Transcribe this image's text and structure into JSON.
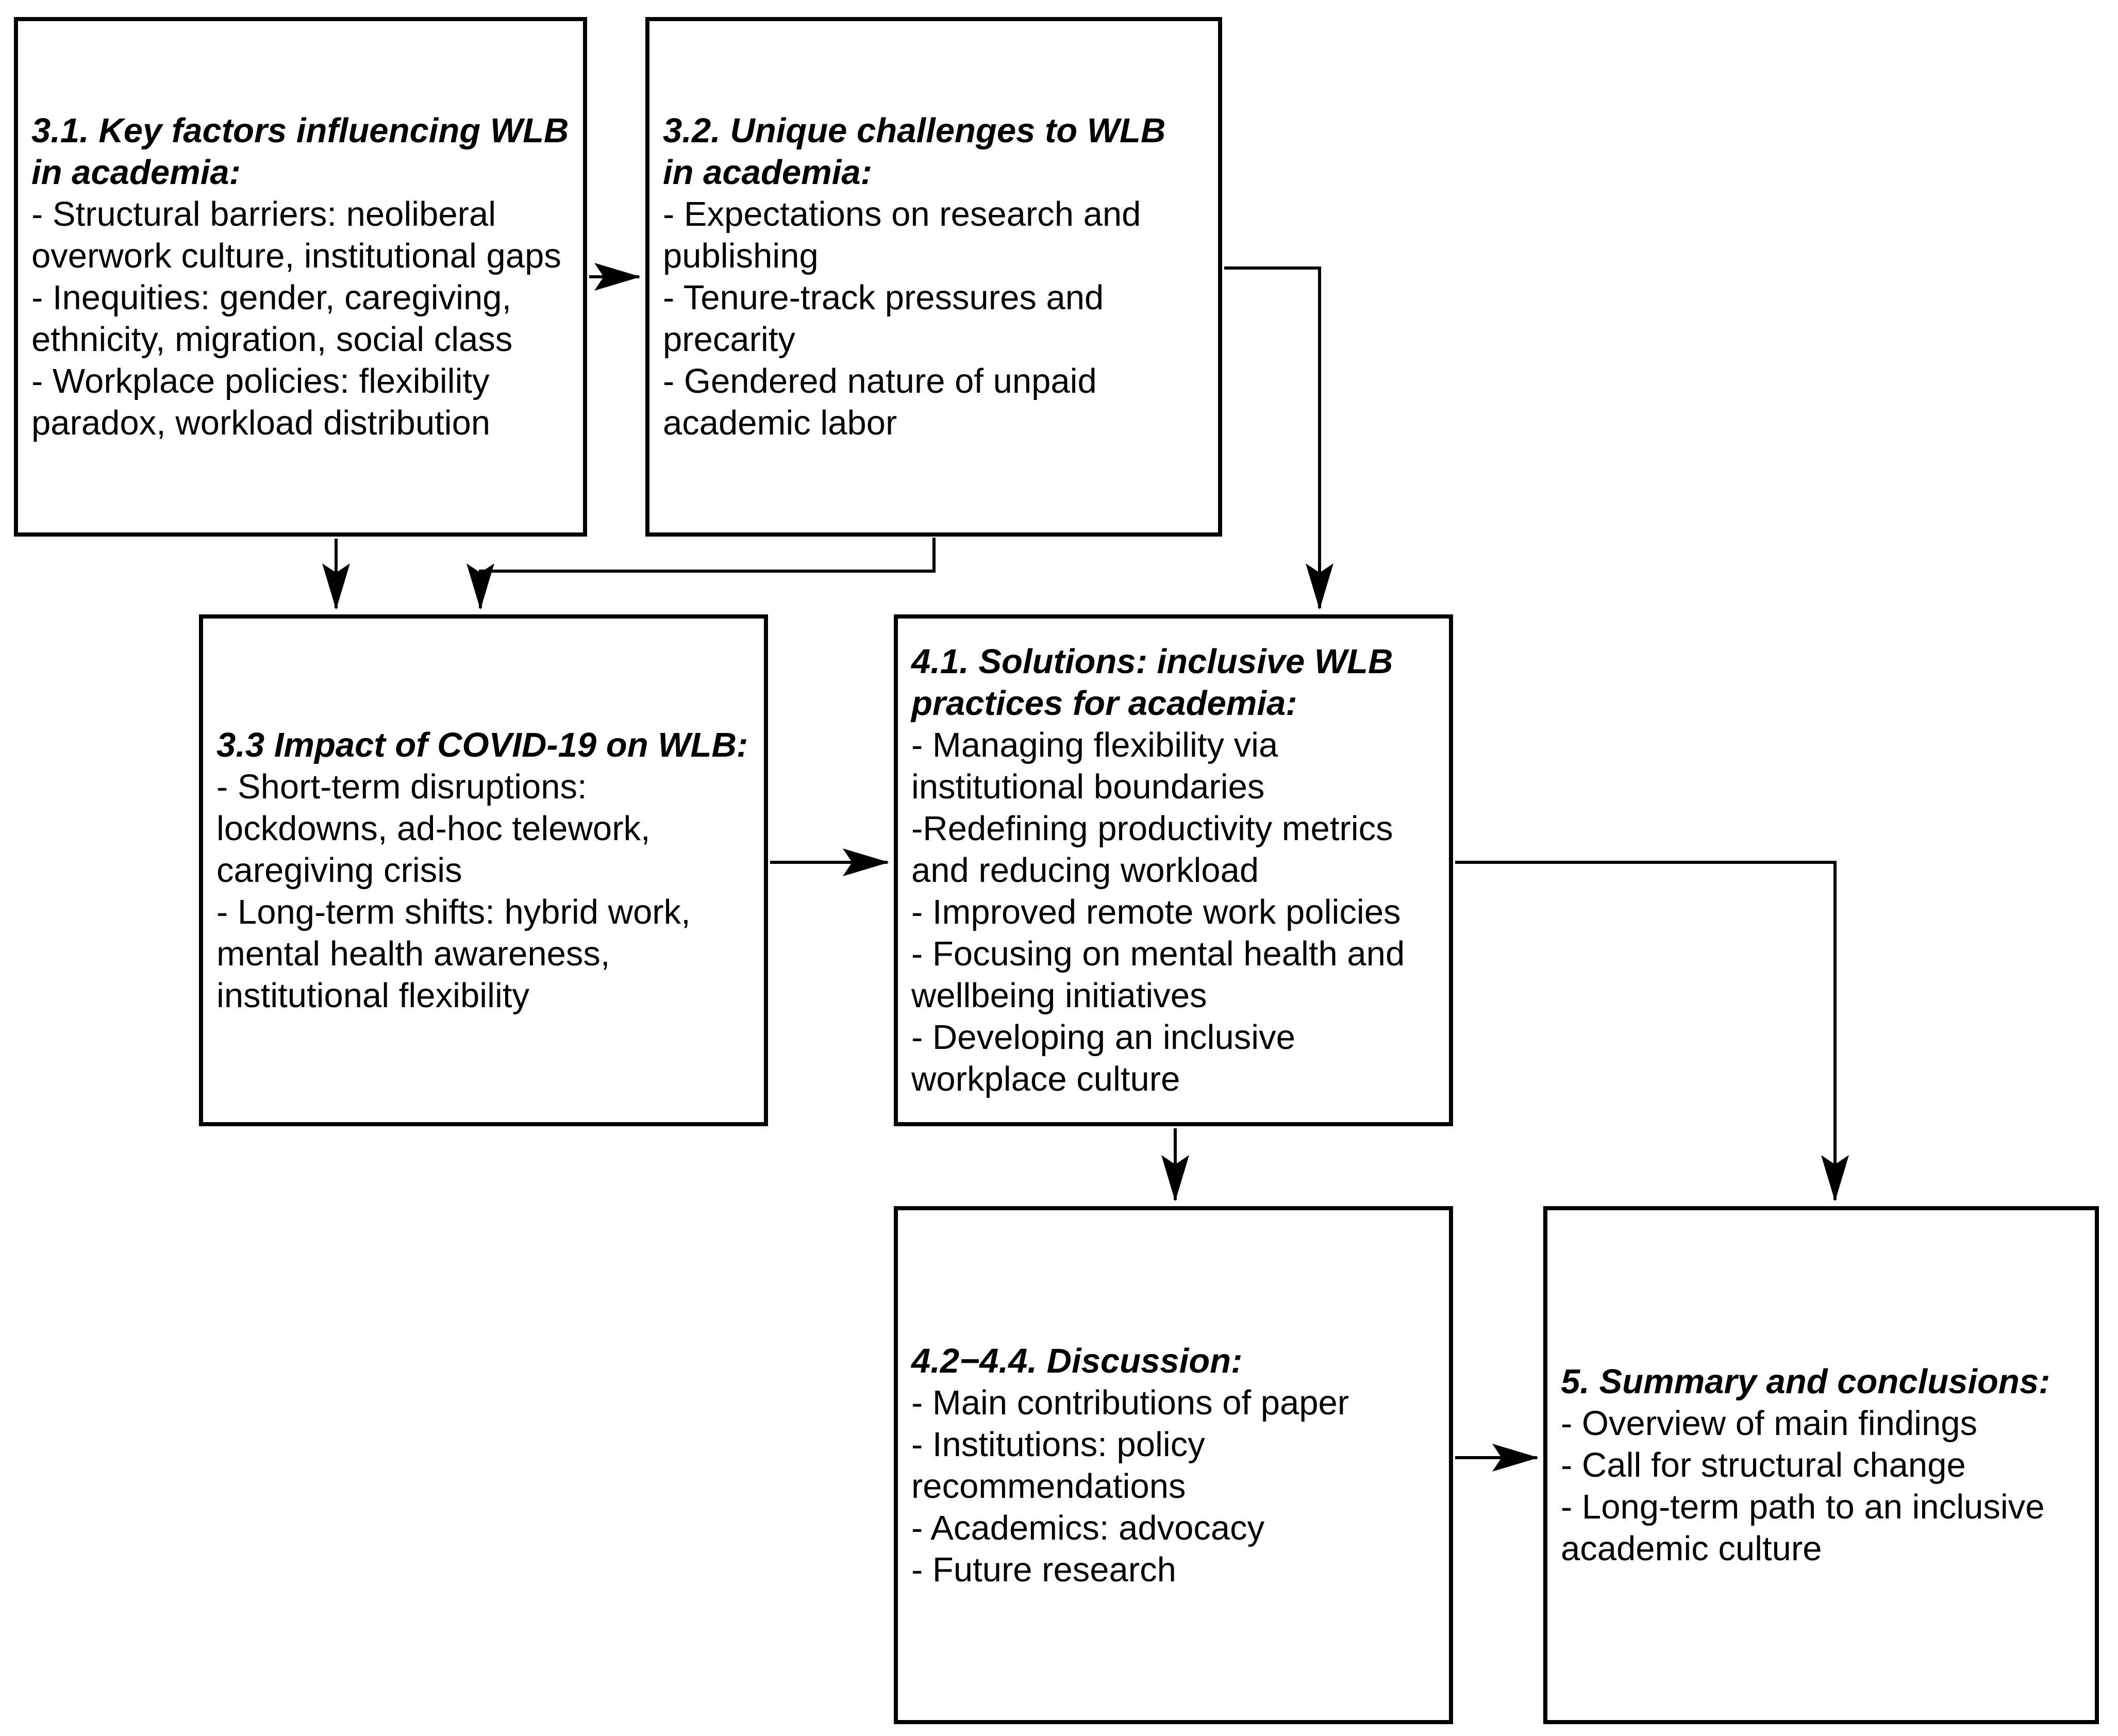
{
  "diagram": {
    "background_color": "#ffffff",
    "line_color": "#000000",
    "box_fill_color": "#ffffff",
    "text_color": "#000000",
    "boxes": {
      "b31": {
        "title_lines": [
          "3.1. Key factors influencing WLB",
          "in academia:"
        ],
        "body_lines": [
          "- Structural barriers: neoliberal",
          "overwork culture, institutional gaps",
          "- Inequities: gender, caregiving,",
          "ethnicity, migration, social class",
          "- Workplace policies: flexibility",
          "paradox, workload distribution"
        ]
      },
      "b32": {
        "title_lines": [
          "3.2. Unique challenges to WLB",
          "in academia:"
        ],
        "body_lines": [
          "- Expectations on research and",
          "publishing",
          "- Tenure-track pressures and",
          "precarity",
          "- Gendered nature of unpaid",
          "academic labor"
        ]
      },
      "b33": {
        "title_lines": [
          "3.3 Impact of COVID-19 on WLB:"
        ],
        "body_lines": [
          "- Short-term disruptions:",
          "lockdowns, ad-hoc telework,",
          "caregiving crisis",
          "- Long-term shifts: hybrid work,",
          "mental health awareness,",
          "institutional flexibility"
        ]
      },
      "b41": {
        "title_lines": [
          "4.1. Solutions: inclusive WLB",
          "practices for academia:"
        ],
        "body_lines": [
          "- Managing flexibility via",
          "institutional boundaries",
          "-Redefining productivity metrics",
          "and reducing workload",
          "- Improved remote work policies",
          "- Focusing on mental health and",
          "wellbeing initiatives",
          "- Developing an inclusive",
          "workplace culture"
        ]
      },
      "b42": {
        "title_lines": [
          "4.2−4.4. Discussion:"
        ],
        "body_lines": [
          "- Main contributions of paper",
          "- Institutions: policy",
          "recommendations",
          "- Academics: advocacy",
          "- Future research"
        ]
      },
      "b5": {
        "title_lines": [
          "5. Summary and conclusions:"
        ],
        "body_lines": [
          "- Overview of main findings",
          "- Call for structural change",
          "- Long-term path to an inclusive",
          "academic culture"
        ]
      }
    },
    "edges": [
      {
        "from": "3.1",
        "to": "3.2"
      },
      {
        "from": "3.1",
        "to": "3.3"
      },
      {
        "from": "3.2",
        "to": "3.3"
      },
      {
        "from": "3.2",
        "to": "4.1"
      },
      {
        "from": "3.3",
        "to": "4.1"
      },
      {
        "from": "4.1",
        "to": "4.2-4.4"
      },
      {
        "from": "4.1",
        "to": "5"
      },
      {
        "from": "4.2-4.4",
        "to": "5"
      }
    ]
  }
}
